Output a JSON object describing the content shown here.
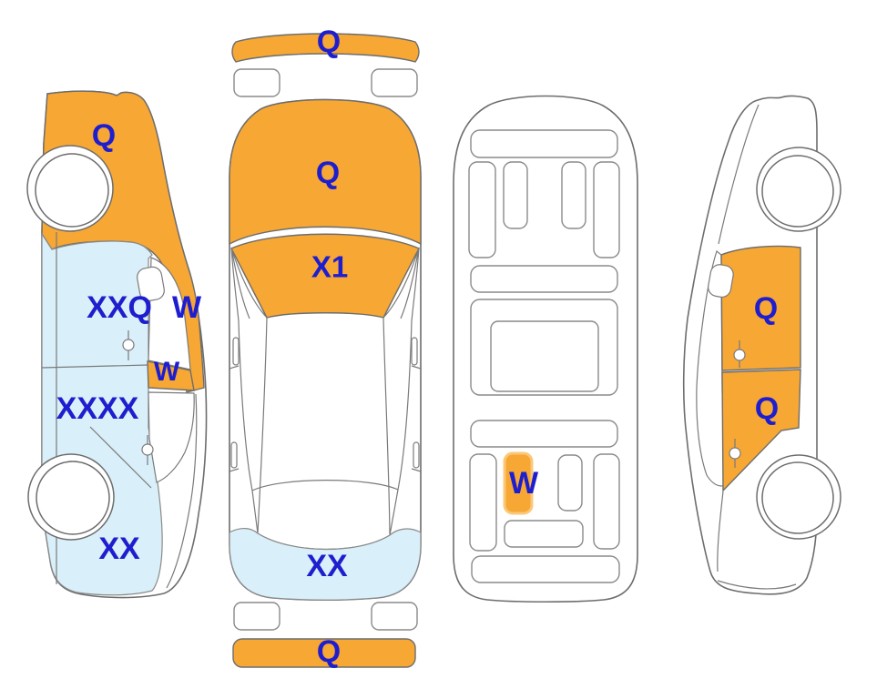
{
  "colors": {
    "damage_orange": "#F7A733",
    "damage_light_blue": "#D9EFF9",
    "code_text_blue": "#1E1ECF",
    "outline_gray": "#6D6D6D",
    "background": "#FFFFFF"
  },
  "views": {
    "left_side": {
      "labels": [
        "Q",
        "XXQ",
        "W",
        "W",
        "XXXX",
        "XX"
      ]
    },
    "top": {
      "labels": [
        "Q",
        "Q",
        "X1",
        "XX",
        "Q"
      ]
    },
    "interior": {
      "labels": [
        "W"
      ]
    },
    "right_side": {
      "labels": [
        "Q",
        "Q"
      ]
    }
  }
}
